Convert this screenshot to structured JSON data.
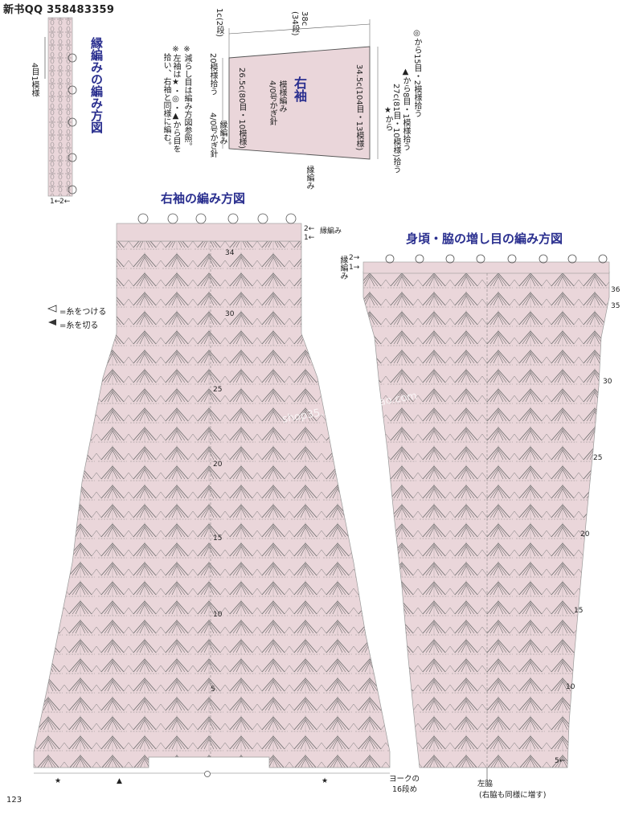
{
  "header": {
    "text": "新书QQ 358483359"
  },
  "page_number": "123",
  "edge_chart": {
    "title": "縁編みの編み方図",
    "repeat_label": "4目1模様",
    "row_marks": [
      "2←",
      "1←"
    ]
  },
  "sleeve_schematic": {
    "title": "右袖",
    "pattern": "模様編み",
    "hook": "4/0号かぎ針",
    "top_width": "38c",
    "top_width_sub": "(34段)",
    "edge_rows": "1c(2段)",
    "right_length": "34.5c(104目・13模様)",
    "right_sub": "27c(81目・10模様)拾う",
    "left_length": "26.5c(80目・10模様)",
    "left_pick": "20模様拾う",
    "left_edge": "縁編み",
    "left_hook": "4/0号かぎ針",
    "bottom_edge": "縁編み",
    "pickup_1": "◎から15目・2模様拾う",
    "pickup_2": "▲から8目・1模様拾う",
    "pickup_3": "★から",
    "note_1": "※減らし目は編み方図参照。",
    "note_2": "※左袖は★・◎・▲から目を",
    "note_3": "拾い、右袖と同様に編む。"
  },
  "sleeve_chart": {
    "title": "右袖の編み方図",
    "edge_label": "縁編み",
    "row_marks": [
      "2←",
      "1←"
    ],
    "row_numbers": [
      "34",
      "30",
      "25",
      "20",
      "15",
      "10",
      "5"
    ],
    "bottom_marks": [
      "★",
      "▲",
      "◎",
      "★"
    ],
    "yoke_label_1": "ヨークの",
    "yoke_label_2": "16段め"
  },
  "legend": {
    "attach": "=糸をつける",
    "cut": "=糸を切る"
  },
  "body_chart": {
    "title": "身頃・脇の増し目の編み方図",
    "edge_label": "縁編み",
    "row_marks": [
      "2→",
      "1→"
    ],
    "row_numbers": [
      "36",
      "35",
      "30",
      "25",
      "20",
      "15",
      "10",
      "5←"
    ],
    "left_side_1": "左脇",
    "left_side_2": "(右脇も同様に増す)"
  },
  "watermark": "shop35...581. taobao.com",
  "colors": {
    "fill": "#ead6da",
    "title": "#2a2f8f",
    "line": "#4a4a4a"
  }
}
